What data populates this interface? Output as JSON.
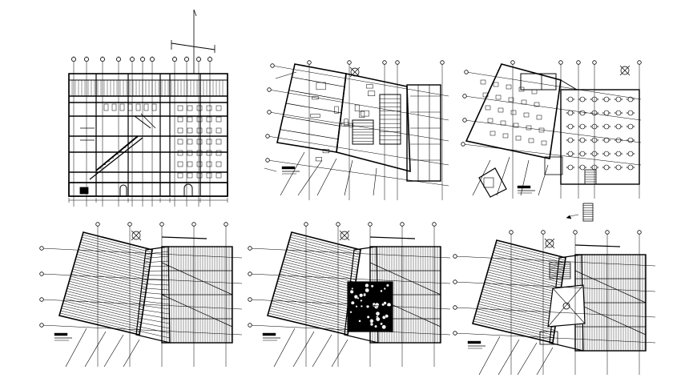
{
  "drawing": {
    "ink_color": "#000000",
    "paper_color": "#ffffff",
    "sheets": [
      {
        "kind": "section"
      },
      {
        "kind": "floor-plan"
      },
      {
        "kind": "floor-plan"
      },
      {
        "kind": "roof-plan"
      },
      {
        "kind": "roof-plan"
      },
      {
        "kind": "roof-plan"
      }
    ]
  }
}
